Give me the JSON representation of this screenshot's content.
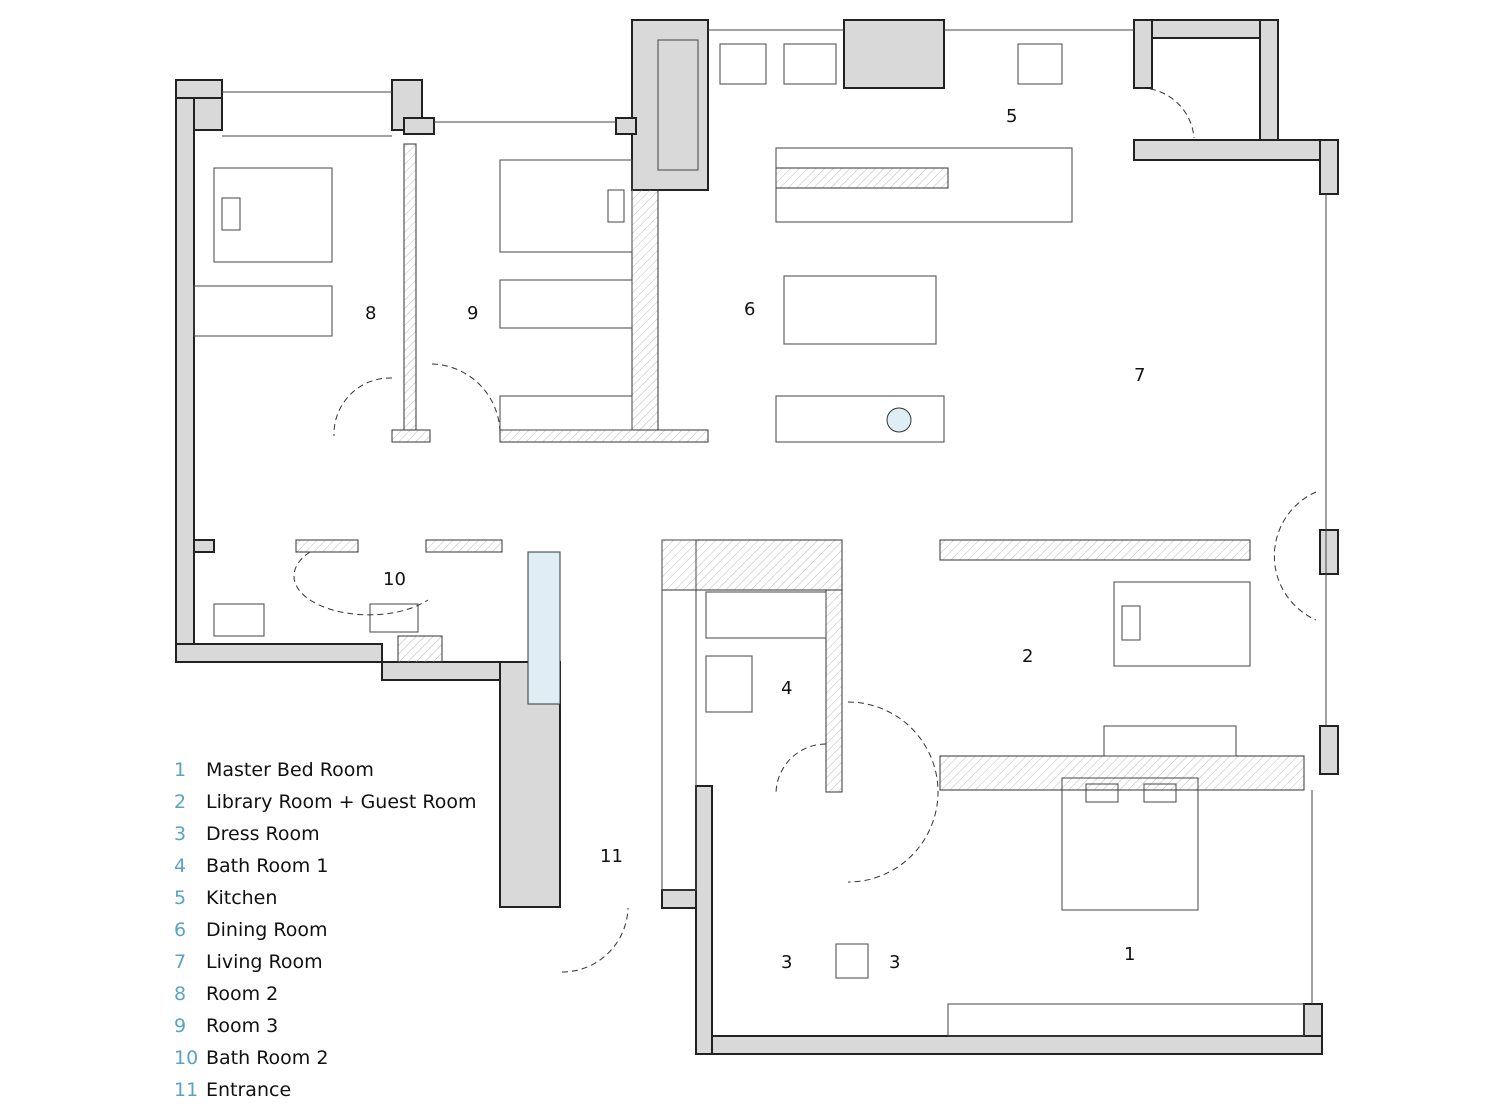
{
  "legend": [
    {
      "num": "1",
      "label": "Master Bed Room"
    },
    {
      "num": "2",
      "label": "Library Room + Guest Room"
    },
    {
      "num": "3",
      "label": "Dress Room"
    },
    {
      "num": "4",
      "label": "Bath Room 1"
    },
    {
      "num": "5",
      "label": "Kitchen"
    },
    {
      "num": "6",
      "label": "Dining Room"
    },
    {
      "num": "7",
      "label": "Living Room"
    },
    {
      "num": "8",
      "label": "Room 2"
    },
    {
      "num": "9",
      "label": "Room 3"
    },
    {
      "num": "10",
      "label": "Bath Room 2"
    },
    {
      "num": "11",
      "label": "Entrance"
    }
  ],
  "colors": {
    "wall": "#d9d9d9",
    "legend_number": "#5ba3c6",
    "glass": "#dfeef5"
  }
}
